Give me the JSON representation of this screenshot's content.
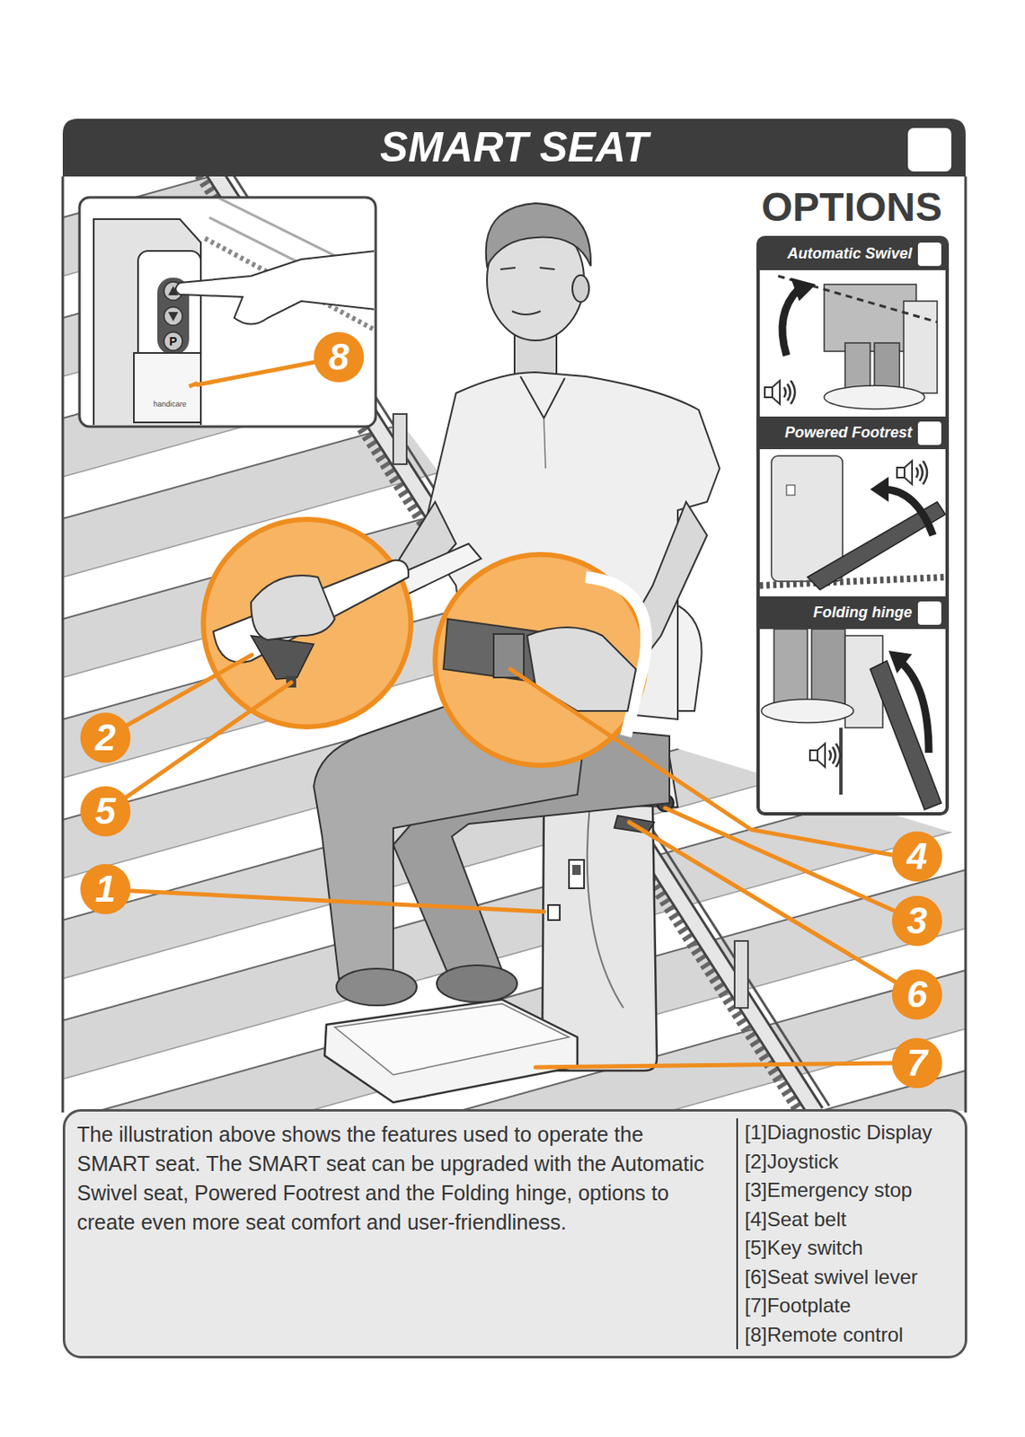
{
  "diagram": {
    "title": "SMART SEAT",
    "nodes": [
      {
        "text": [
          "OPTIONS"
        ]
      },
      {
        "text": [
          "Automatic Swivel"
        ],
        "in": 0
      },
      {
        "text": [
          "Powered Footrest"
        ],
        "in": 0
      },
      {
        "text": [
          "Folding hinge"
        ],
        "in": 0
      },
      {
        "text": [
          "8"
        ]
      },
      {
        "text": [
          "2"
        ]
      },
      {
        "text": [
          "5"
        ]
      },
      {
        "text": [
          "4"
        ]
      },
      {
        "text": [
          "1"
        ]
      },
      {
        "text": [
          "3"
        ]
      },
      {
        "text": [
          "6"
        ]
      },
      {
        "text": [
          "7"
        ]
      },
      {
        "text": [
          "The illustration above shows the features used to operate the SMART seat. The SMART seat can be upgraded with the Automatic Swivel seat, Powered Footrest and the Folding hinge, options to create even more seat comfort and user-friendliness.",
          "[1]Diagnostic Display",
          "[2]Joystick",
          "[3]Emergency stop",
          "[4]Seat belt",
          "[5]Key switch",
          "[6]Seat swivel lever",
          "[7]Footplate",
          "[8]Remote control"
        ]
      }
    ],
    "labels": [
      "P",
      "handicare"
    ]
  }
}
